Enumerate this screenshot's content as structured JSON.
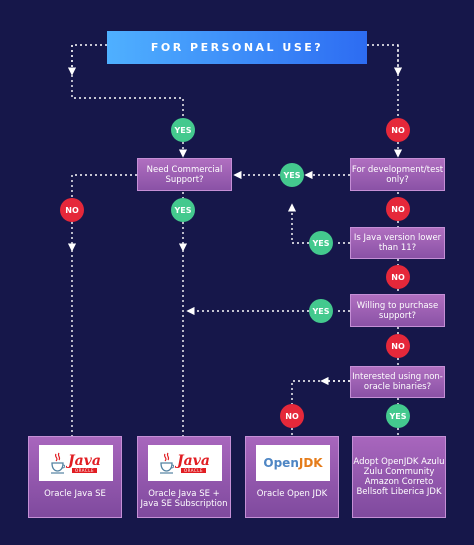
{
  "title": "FOR PERSONAL USE?",
  "badges": {
    "yes": "YES",
    "no": "NO"
  },
  "questions": {
    "commercial_support": "Need Commercial Support?",
    "dev_test": "For development/test only?",
    "java_version": "Is Java version lower than 11?",
    "purchase_support": "Willing to purchase support?",
    "non_oracle": "Interested using non-oracle binaries?"
  },
  "outcomes": {
    "oracle_java_se": "Oracle Java SE",
    "oracle_java_se_sub_line1": "Oracle Java SE +",
    "oracle_java_se_sub_line2": "Java SE Subscription",
    "oracle_open_jdk": "Oracle Open JDK",
    "alt_line1": "Adopt OpenJDK Azulu",
    "alt_line2": "Zulu Community",
    "alt_line3": "Amazon Correto",
    "alt_line4": "Bellsoft Liberica JDK"
  },
  "logos": {
    "java_word": "Java",
    "oracle_word": "ORACLE",
    "openjdk_open": "Open",
    "openjdk_jdk": "JDK"
  },
  "colors": {
    "background": "#16174a",
    "yes": "#44c98e",
    "no": "#e5283a",
    "box": "#9a5db4",
    "title_start": "#4fb0ff",
    "title_end": "#2d6cf2"
  }
}
